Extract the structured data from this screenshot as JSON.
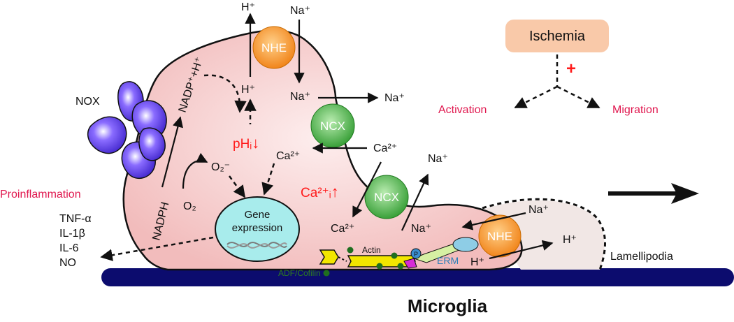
{
  "colors": {
    "cell_fill": "#f4c6c6",
    "lamellipodia_fill": "#f1e7e5",
    "nhe": "#f7941d",
    "ncx": "#3eab3e",
    "nox": "#4b2bd6",
    "gene_expression": "#a8ecec",
    "ischemia_box": "#f9c9a9",
    "substrate": "#0c0c6e",
    "label_red": "#ff1a1a",
    "label_pink": "#e0184f"
  },
  "icons": [
    "nox-complex-icon",
    "nhe-transporter-icon",
    "ncx-transporter-icon",
    "dna-helix-icon",
    "actin-filament-icon",
    "phospho-icon"
  ],
  "title": "Microglia",
  "ischemia": {
    "box_label": "Ischemia",
    "plus": "+",
    "activation": "Activation",
    "migration": "Migration"
  },
  "transporters": {
    "nhe_top": "NHE",
    "nhe_bottom": "NHE",
    "ncx_top": "NCX",
    "ncx_bottom": "NCX",
    "nox": "NOX"
  },
  "ions": {
    "h_top_out": "H⁺",
    "na_top_in": "Na⁺",
    "h_in_top": "H⁺",
    "na_in_top": "Na⁺",
    "na_out_ncx1": "Na⁺",
    "ca_in_ncx1": "Ca²⁺",
    "ca_out_ncx1": "Ca²⁺",
    "na_out_ncx2": "Na⁺",
    "ca_in_ncx2": "Ca²⁺",
    "na_in_ncx2": "Na⁺",
    "na_out_nhe2": "Na⁺",
    "h_out_nhe2": "H⁺",
    "h_in_nhe2": "H⁺"
  },
  "labels": {
    "nadp": "NADP⁺+H⁺",
    "nadph": "NADPH",
    "o2": "O₂",
    "superoxide": "O₂⁻",
    "phi": "pHᵢ",
    "phi_arrow": "↓",
    "ca_i": "Ca²⁺ᵢ",
    "ca_i_arrow": "↑",
    "gene_line1": "Gene",
    "gene_line2": "expression",
    "proinflammation": "Proinflammation",
    "cytokines": [
      "TNF-α",
      "IL-1β",
      "IL-6",
      "NO"
    ],
    "actin": "Actin",
    "adf_cofilin": "ADF/Cofilin",
    "phospho": "P",
    "erm": "ERM",
    "lamellipodia": "Lamellipodia"
  }
}
